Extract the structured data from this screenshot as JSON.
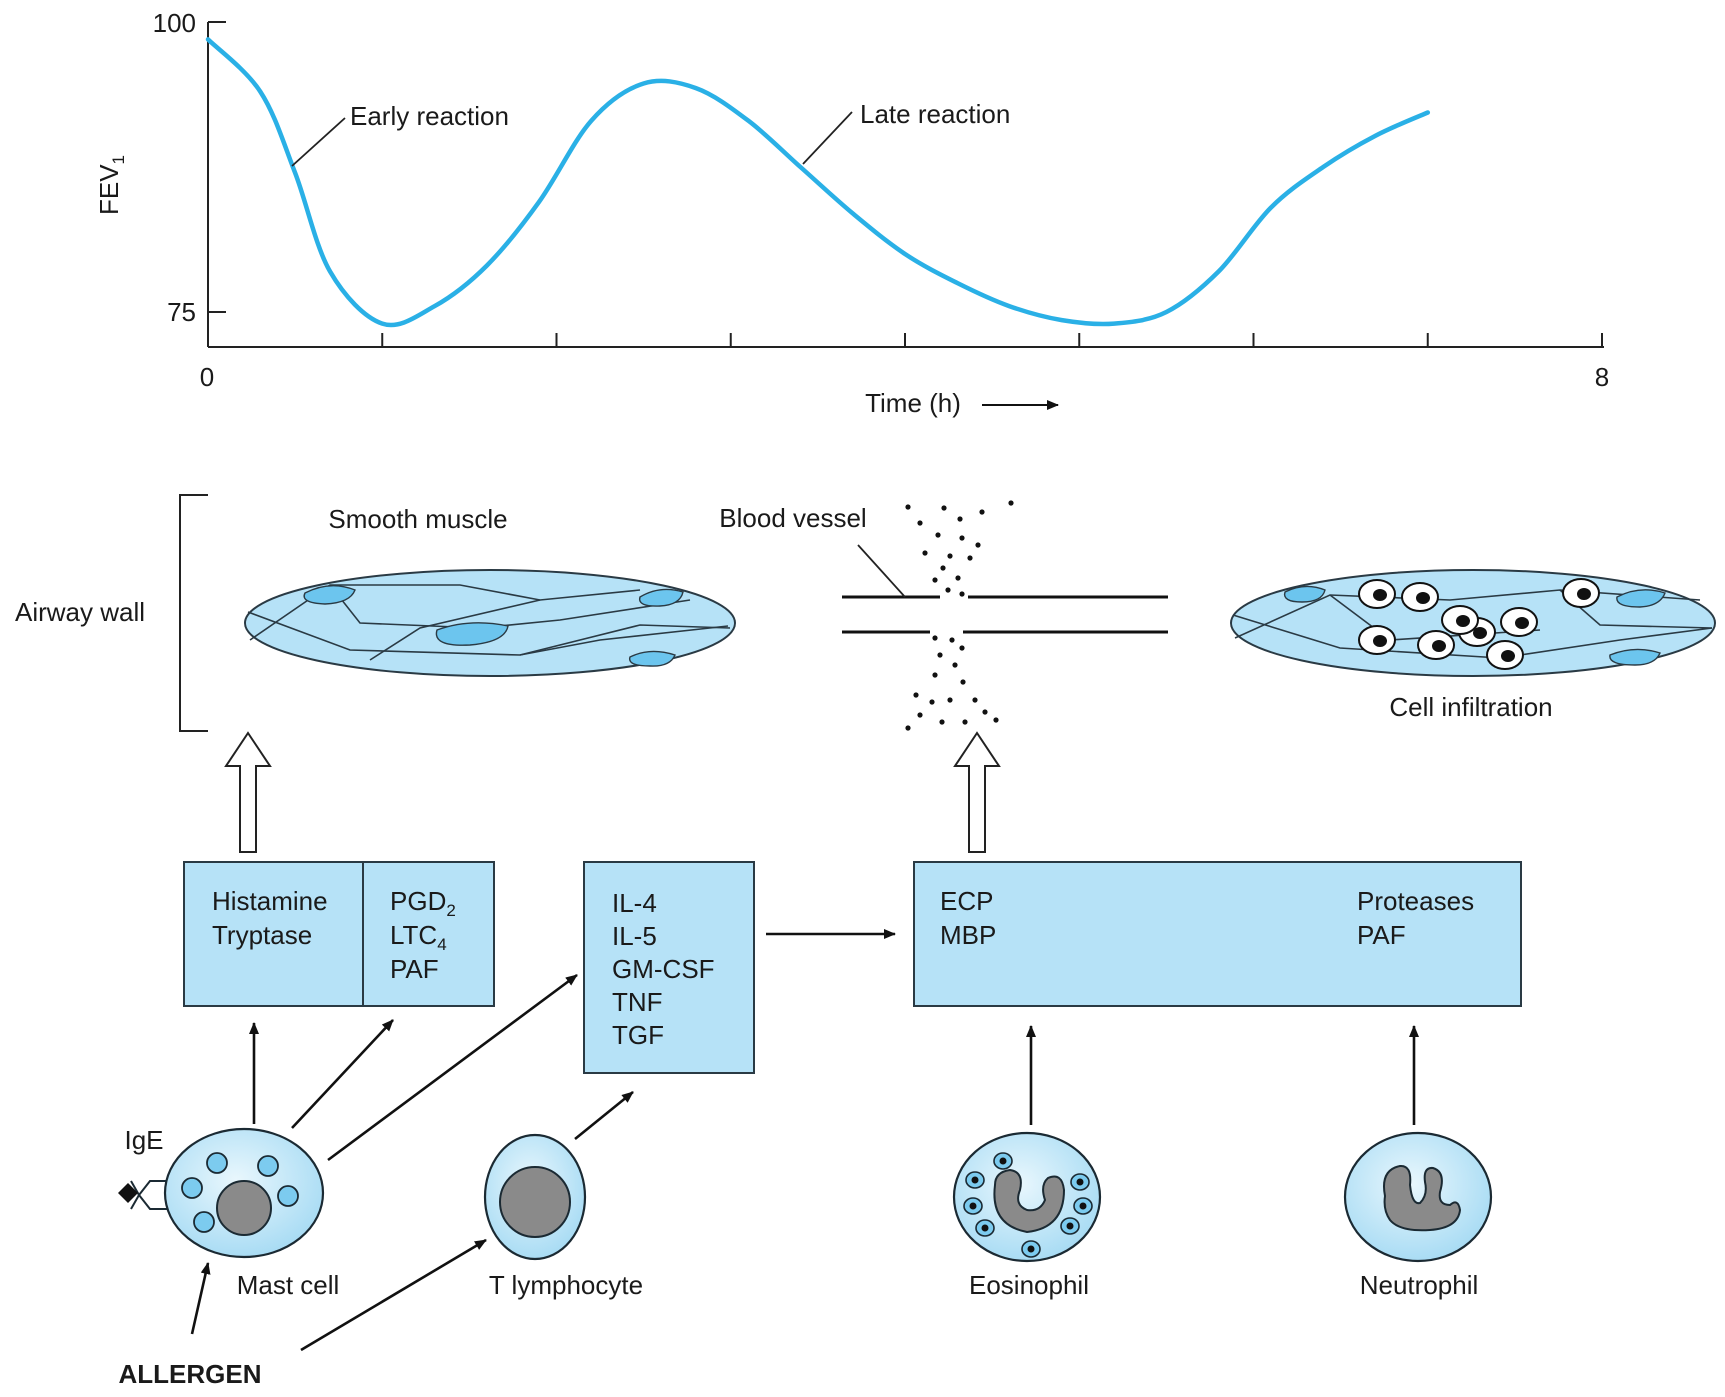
{
  "graph": {
    "y_axis_label": "FEV",
    "y_axis_label_sub": "1",
    "y_tick_top": "100",
    "y_tick_bottom": "75",
    "x_tick_start": "0",
    "x_tick_end": "8",
    "x_axis_label": "Time (h)",
    "annotation_early": "Early reaction",
    "annotation_late": "Late reaction"
  },
  "chart_data": {
    "type": "line",
    "xlabel": "Time (h)",
    "ylabel": "FEV1",
    "xlim": [
      0,
      8
    ],
    "ylim": [
      73,
      100
    ],
    "series": [
      {
        "x": [
          0,
          0.3,
          0.5,
          0.7,
          1.0,
          1.3,
          1.6,
          1.9,
          2.2,
          2.5,
          2.8,
          3.1,
          3.4,
          3.7,
          4.0,
          4.3,
          4.6,
          4.9,
          5.2,
          5.5,
          5.8,
          6.1,
          6.4,
          6.7,
          7.0
        ],
        "y": [
          98.5,
          94,
          87,
          78.5,
          74,
          75.5,
          79,
          84.5,
          91.5,
          94.7,
          94.3,
          91.5,
          87.5,
          83.5,
          80,
          77.5,
          75.5,
          74.3,
          74,
          75,
          78.5,
          84,
          87.5,
          90.2,
          92.2
        ]
      }
    ],
    "annotations": [
      "Early reaction",
      "Late reaction"
    ]
  },
  "diagram": {
    "airway_wall": "Airway wall",
    "smooth_muscle": "Smooth muscle",
    "blood_vessel": "Blood vessel",
    "cell_infiltration": "Cell infiltration",
    "box1_left": [
      "Histamine",
      "Tryptase"
    ],
    "box1_right": [
      {
        "main": "PGD",
        "sub": "2"
      },
      {
        "main": "LTC",
        "sub": "4"
      },
      {
        "main": "PAF",
        "sub": ""
      }
    ],
    "box2": [
      "IL-4",
      "IL-5",
      "GM-CSF",
      "TNF",
      "TGF"
    ],
    "box3_left": [
      "ECP",
      "MBP"
    ],
    "box3_right": [
      "Proteases",
      "PAF"
    ],
    "ige": "IgE",
    "mast_cell": "Mast cell",
    "t_lymphocyte": "T lymphocyte",
    "eosinophil": "Eosinophil",
    "neutrophil": "Neutrophil",
    "allergen": "ALLERGEN"
  },
  "colors": {
    "curve": "#2ab0e6",
    "box_fill": "#b6e2f7",
    "cell_fill": "#c6e8f8",
    "granule": "#7ccbef",
    "nucleus": "#8a8a8a"
  }
}
